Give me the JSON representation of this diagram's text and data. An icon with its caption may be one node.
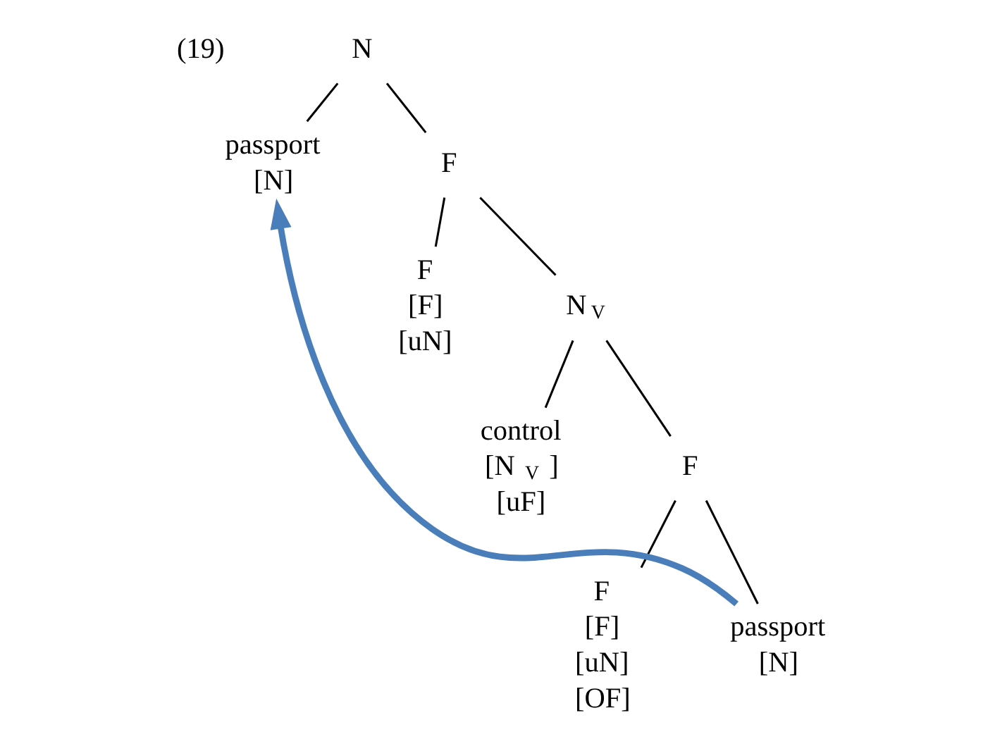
{
  "diagram": {
    "nodes": [
      {
        "text": [
          "N"
        ]
      },
      {
        "text": [
          "passport",
          "[N]"
        ]
      },
      {
        "text": [
          "F"
        ]
      },
      {
        "text": [
          "F",
          "[F]",
          "[uN]"
        ]
      },
      {
        "text": [
          "N$_{V}$"
        ]
      },
      {
        "text": [
          "control",
          "[N$_{V}$]",
          "[uF]"
        ]
      },
      {
        "text": [
          "F"
        ]
      },
      {
        "text": [
          "F",
          "[F]",
          "[uN]",
          "[OF]"
        ]
      },
      {
        "text": [
          "passport",
          "[N]"
        ]
      }
    ],
    "edges": [
      {
        "from": 0,
        "to": 1,
        "arrow": "none"
      },
      {
        "from": 0,
        "to": 2,
        "arrow": "none"
      },
      {
        "from": 2,
        "to": 3,
        "arrow": "none"
      },
      {
        "from": 2,
        "to": 4,
        "arrow": "none"
      },
      {
        "from": 4,
        "to": 5,
        "arrow": "none"
      },
      {
        "from": 4,
        "to": 6,
        "arrow": "none"
      },
      {
        "from": 6,
        "to": 7,
        "arrow": "none"
      },
      {
        "from": 6,
        "to": 8,
        "arrow": "none"
      },
      {
        "from": 8,
        "to": 1,
        "arrow": "to",
        "style": "thick",
        "color": "#4a7ebb"
      }
    ],
    "labels": [
      "(19)"
    ]
  }
}
